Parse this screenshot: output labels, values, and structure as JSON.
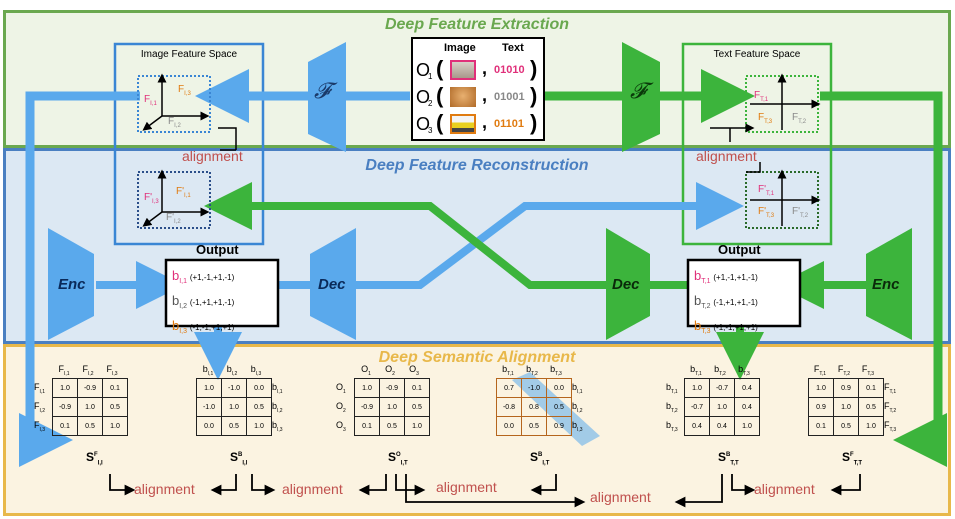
{
  "sections": {
    "extraction": "Deep Feature Extraction",
    "reconstruction": "Deep Feature Reconstruction",
    "alignment": "Deep Semantic Alignment"
  },
  "spaces": {
    "image": "Image Feature Space",
    "text": "Text Feature Space"
  },
  "center_table": {
    "col_image": "Image",
    "col_text": "Text",
    "rows": [
      {
        "o": "O",
        "sub": "1",
        "code": "01010",
        "color": "#e0307a"
      },
      {
        "o": "O",
        "sub": "2",
        "code": "01001",
        "color": "#888888"
      },
      {
        "o": "O",
        "sub": "3",
        "code": "01101",
        "color": "#e07b10"
      }
    ]
  },
  "labels": {
    "F_symbol": "𝓕",
    "enc": "Enc",
    "dec": "Dec",
    "output": "Output",
    "alignment": "alignment"
  },
  "feat": {
    "img_top": [
      "F",
      "F",
      "F"
    ],
    "txt_top": [
      "F",
      "F",
      "F"
    ]
  },
  "outputs": {
    "image": [
      {
        "name": "b",
        "sub": "I,1",
        "val": "(+1,-1,+1,-1)",
        "color": "#e0307a"
      },
      {
        "name": "b",
        "sub": "I,2",
        "val": "(-1,+1,+1,-1)",
        "color": "#555555"
      },
      {
        "name": "b",
        "sub": "I,3",
        "val": "(-1,-1,+1,+1)",
        "color": "#e07b10"
      }
    ],
    "text": [
      {
        "name": "b",
        "sub": "T,1",
        "val": "(+1,-1,+1,-1)",
        "color": "#e0307a"
      },
      {
        "name": "b",
        "sub": "T,2",
        "val": "(-1,+1,+1,-1)",
        "color": "#555555"
      },
      {
        "name": "b",
        "sub": "T,3",
        "val": "(-1,-1,+1,+1)",
        "color": "#e07b10"
      }
    ]
  },
  "matrices": [
    {
      "cols": [
        "F",
        "F",
        "F"
      ],
      "colsub": [
        "I,1",
        "I,2",
        "I,3"
      ],
      "rows": [
        "F",
        "F",
        "F"
      ],
      "rowsub": [
        "I,1",
        "I,2",
        "I,3"
      ],
      "rowside": "left",
      "vals": [
        [
          "1.0",
          "-0.9",
          "0.1"
        ],
        [
          "-0.9",
          "1.0",
          "0.5"
        ],
        [
          "0.1",
          "0.5",
          "1.0"
        ]
      ],
      "label": "S",
      "sup": "F",
      "sub": "I,I"
    },
    {
      "cols": [
        "b",
        "b",
        "b"
      ],
      "colsub": [
        "I,1",
        "I,2",
        "I,3"
      ],
      "rows": [
        "b",
        "b",
        "b"
      ],
      "rowsub": [
        "I,1",
        "I,2",
        "I,3"
      ],
      "rowside": "right",
      "vals": [
        [
          "1.0",
          "-1.0",
          "0.0"
        ],
        [
          "-1.0",
          "1.0",
          "0.5"
        ],
        [
          "0.0",
          "0.5",
          "1.0"
        ]
      ],
      "label": "S",
      "sup": "B",
      "sub": "I,I"
    },
    {
      "cols": [
        "O",
        "O",
        "O"
      ],
      "colsub": [
        "1",
        "2",
        "3"
      ],
      "rows": [
        "O",
        "O",
        "O"
      ],
      "rowsub": [
        "1",
        "2",
        "3"
      ],
      "rowside": "left",
      "vals": [
        [
          "1.0",
          "-0.9",
          "0.1"
        ],
        [
          "-0.9",
          "1.0",
          "0.5"
        ],
        [
          "0.1",
          "0.5",
          "1.0"
        ]
      ],
      "label": "S",
      "sup": "O",
      "sub": "I,T"
    },
    {
      "cols": [
        "b",
        "b",
        "b"
      ],
      "colsub": [
        "T,1",
        "T,2",
        "T,3"
      ],
      "rows": [
        "b",
        "b",
        "b"
      ],
      "rowsub": [
        "I,1",
        "I,2",
        "I,3"
      ],
      "rowside": "right",
      "vals": [
        [
          "0.7",
          "-1.0",
          "0.0"
        ],
        [
          "-0.8",
          "0.8",
          "0.5"
        ],
        [
          "0.0",
          "0.5",
          "0.9"
        ]
      ],
      "label": "S",
      "sup": "B",
      "sub": "I,T"
    },
    {
      "cols": [
        "b",
        "b",
        "b"
      ],
      "colsub": [
        "T,1",
        "T,2",
        "T,3"
      ],
      "rows": [
        "b",
        "b",
        "b"
      ],
      "rowsub": [
        "T,1",
        "T,2",
        "T,3"
      ],
      "rowside": "left",
      "vals": [
        [
          "1.0",
          "-0.7",
          "0.4"
        ],
        [
          "-0.7",
          "1.0",
          "0.4"
        ],
        [
          "0.4",
          "0.4",
          "1.0"
        ]
      ],
      "label": "S",
      "sup": "B",
      "sub": "T,T"
    },
    {
      "cols": [
        "F",
        "F",
        "F"
      ],
      "colsub": [
        "T,1",
        "T,2",
        "T,3"
      ],
      "rows": [
        "F",
        "F",
        "F"
      ],
      "rowsub": [
        "T,1",
        "T,2",
        "T,3"
      ],
      "rowside": "right",
      "vals": [
        [
          "1.0",
          "0.9",
          "0.1"
        ],
        [
          "0.9",
          "1.0",
          "0.5"
        ],
        [
          "0.1",
          "0.5",
          "1.0"
        ]
      ],
      "label": "S",
      "sup": "F",
      "sub": "T,T"
    }
  ],
  "colors": {
    "green_band": "#eef4e6",
    "green_border": "#6aa84f",
    "blue_band": "#dce8f3",
    "blue_border": "#4a7fc1",
    "yellow_band": "#fbf3e1",
    "yellow_border": "#e8b84a",
    "blue": "#5aa9ec",
    "green": "#3cb43c",
    "red": "#c0504d",
    "pink": "#e0307a",
    "orange": "#e07b10",
    "gray": "#8a8a8a"
  }
}
